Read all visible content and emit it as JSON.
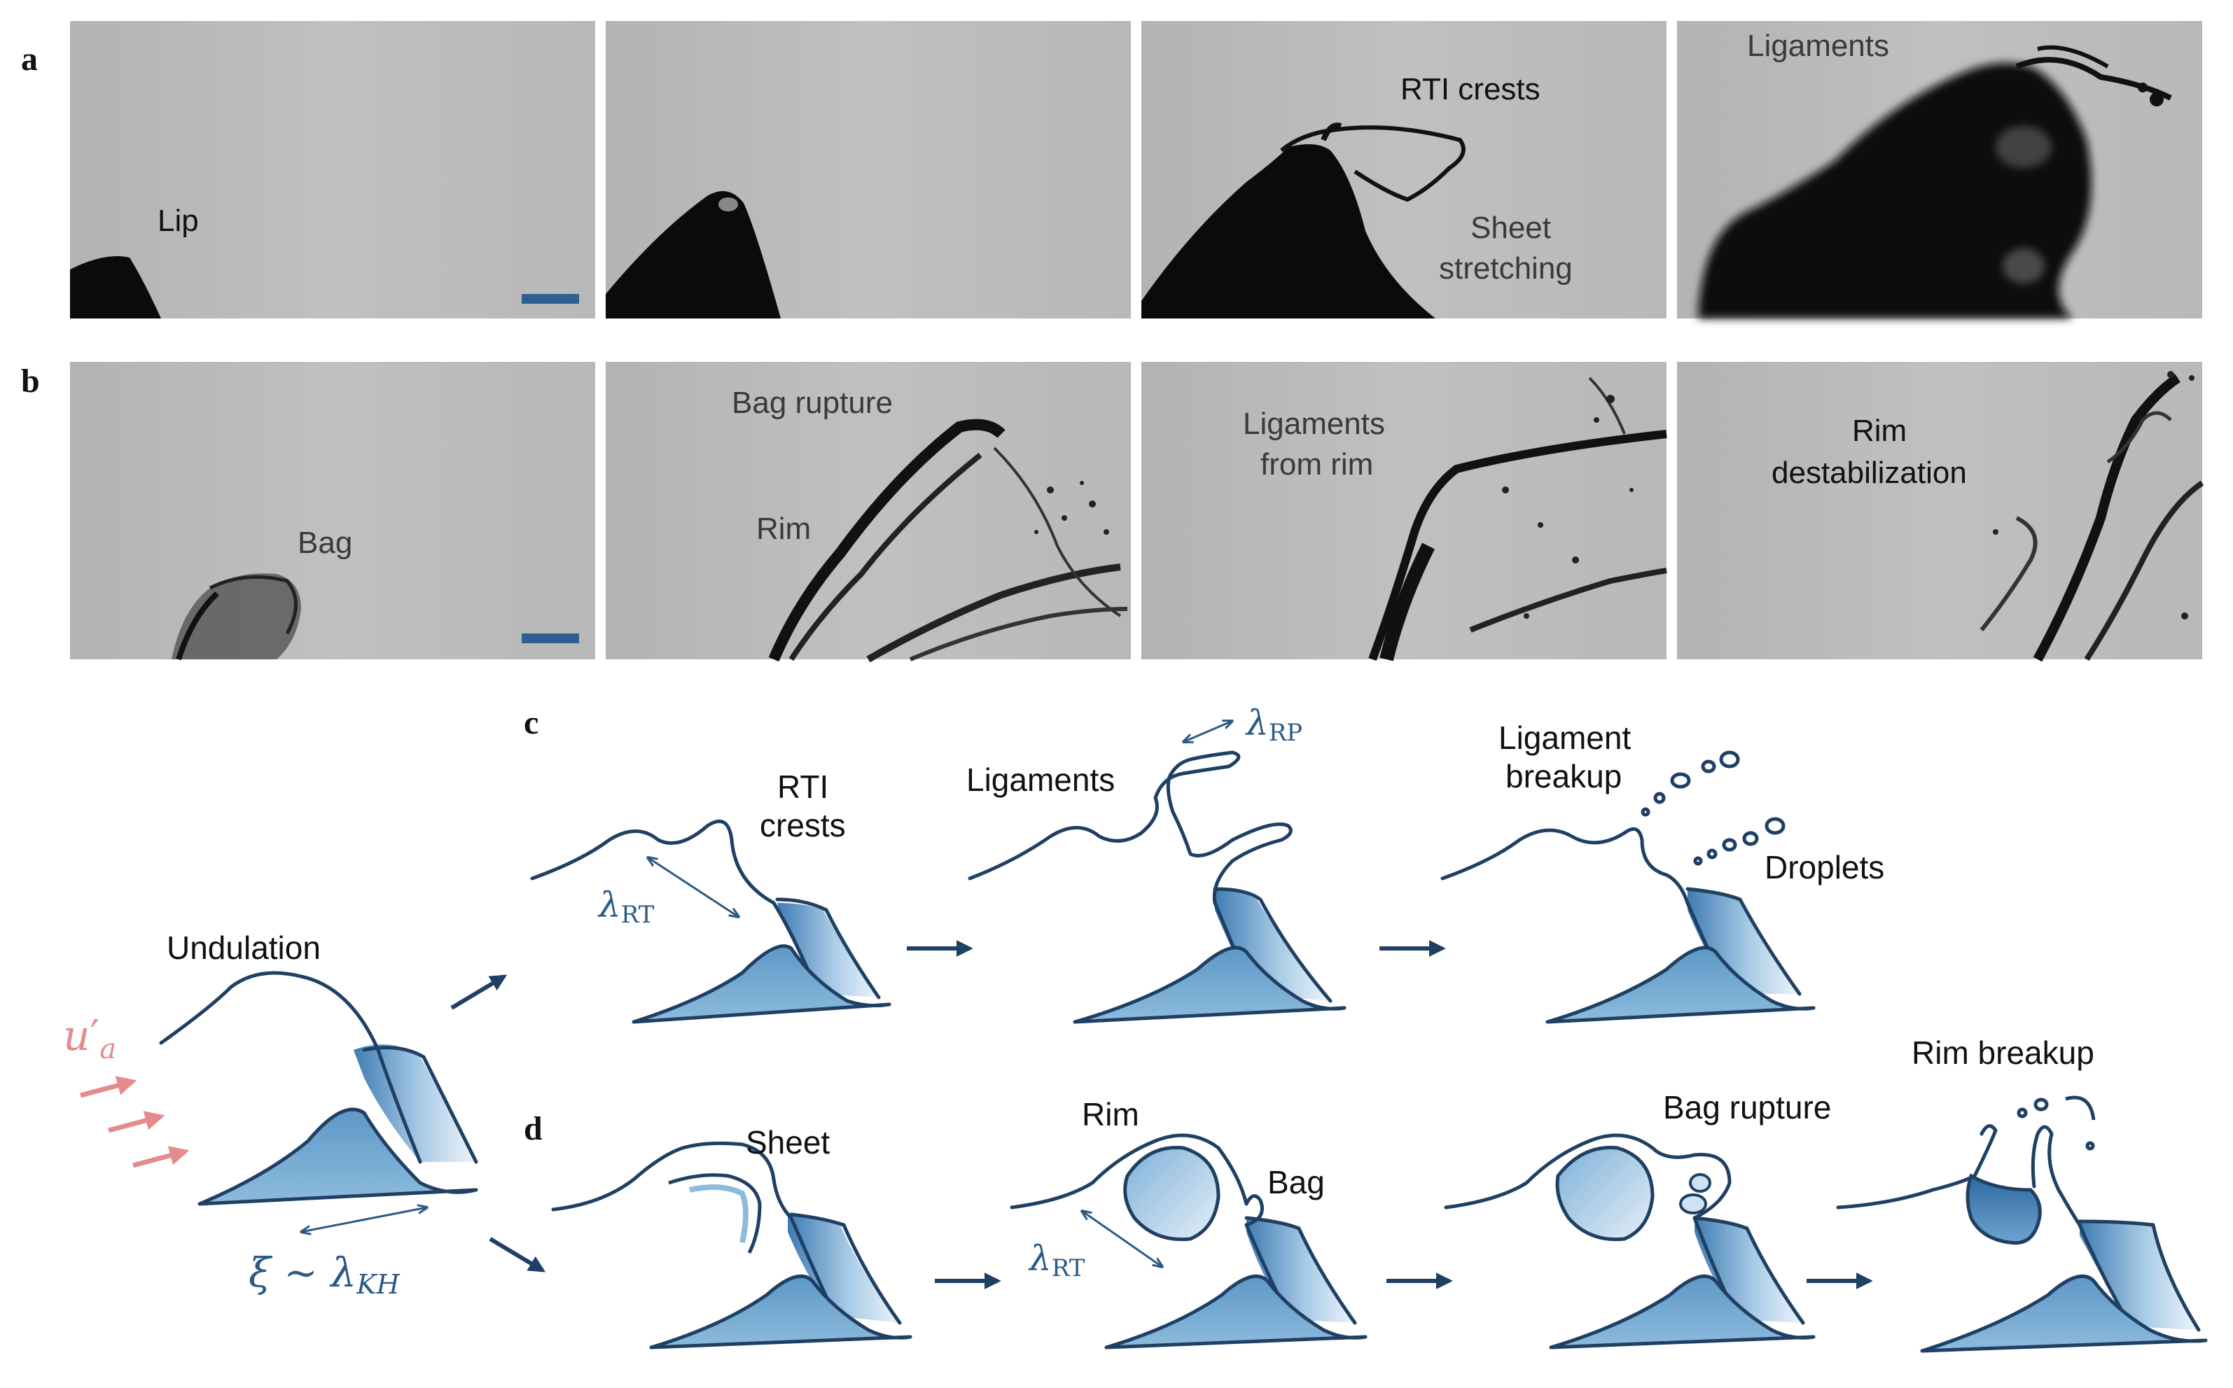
{
  "panels": {
    "a": "a",
    "b": "b",
    "c": "c",
    "d": "d"
  },
  "row_a": {
    "frame1": [
      "Lip"
    ],
    "frame3": [
      "RTI crests",
      "Sheet",
      "stretching"
    ],
    "frame4": [
      "Ligaments"
    ]
  },
  "row_b": {
    "frame1": [
      "Bag"
    ],
    "frame2": [
      "Bag rupture",
      "Rim"
    ],
    "frame3": [
      "Ligaments",
      "from rim"
    ],
    "frame4": [
      "Rim",
      "destabilization"
    ]
  },
  "sketch": {
    "undulation": "Undulation",
    "u_sym": "u",
    "u_prime": "′",
    "u_sub": "a",
    "xi_sym": "ξ ∼ λ",
    "xi_sub": "KH",
    "c1": [
      "RTI",
      "crests"
    ],
    "c_lambda_rt": "λ",
    "c_lambda_rt_sub": "RT",
    "c2": "Ligaments",
    "c_lambda_rp": "λ",
    "c_lambda_rp_sub": "RP",
    "c3": [
      "Ligament",
      "breakup"
    ],
    "c3_droplets": "Droplets",
    "d1": "Sheet",
    "d2_rim": "Rim",
    "d2_bag": "Bag",
    "d_lambda_rt": "λ",
    "d_lambda_rt_sub": "RT",
    "d3": "Bag rupture",
    "d4": "Rim breakup"
  },
  "colors": {
    "photo_bg": "#b9b9b9",
    "liquid_dark": "#0b0b0b",
    "outline": "#1f3f63",
    "accent_blue": "#2c5a85",
    "wave_fill": "#6fa5cf",
    "pink_arrow": "#e58b8b",
    "scale_bar": "#2f5f92"
  }
}
